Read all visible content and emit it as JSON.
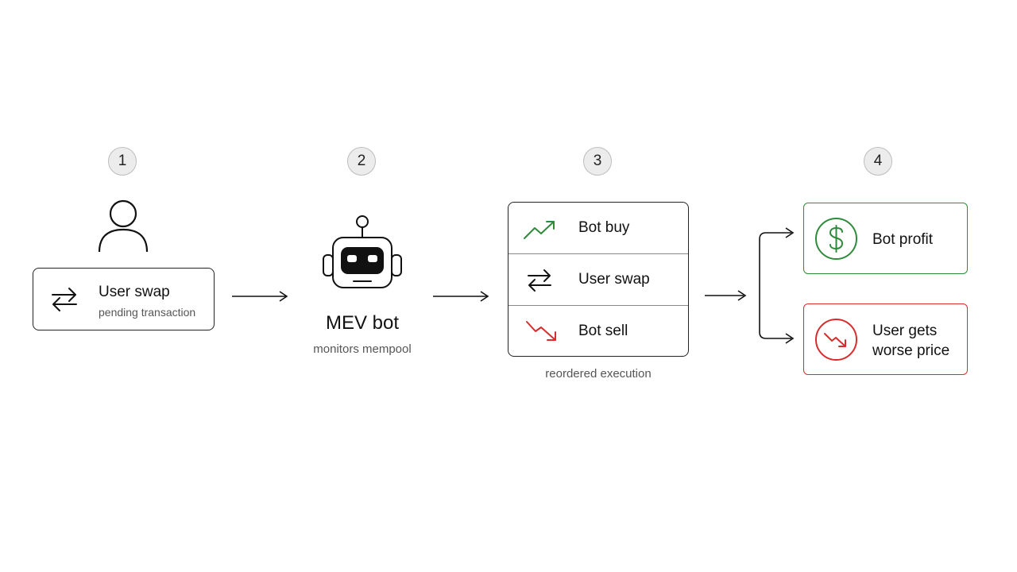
{
  "steps": [
    "1",
    "2",
    "3",
    "4"
  ],
  "user_swap": {
    "title": "User swap",
    "subtitle": "pending transaction"
  },
  "mev_bot": {
    "title": "MEV bot",
    "subtitle": "monitors mempool"
  },
  "execution": {
    "rows": [
      {
        "label": "Bot buy",
        "icon": "trend-up-icon"
      },
      {
        "label": "User swap",
        "icon": "swap-arrows-icon"
      },
      {
        "label": "Bot sell",
        "icon": "trend-down-icon"
      }
    ],
    "caption": "reordered execution"
  },
  "outcomes": {
    "profit": {
      "label": "Bot profit",
      "icon": "dollar-icon"
    },
    "worse": {
      "line1": "User gets",
      "line2": "worse price",
      "icon": "trend-down-icon"
    }
  },
  "colors": {
    "green": "#2e8b3a",
    "red": "#d92c2c",
    "ink": "#111111",
    "muted": "#555555"
  }
}
